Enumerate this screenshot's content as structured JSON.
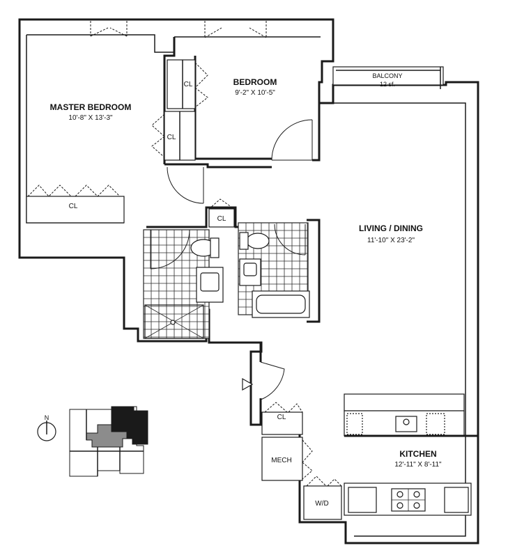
{
  "rooms": {
    "master_bedroom": {
      "name": "MASTER BEDROOM",
      "dims": "10'-8\" X 13'-3\""
    },
    "bedroom": {
      "name": "BEDROOM",
      "dims": "9'-2\" X 10'-5\""
    },
    "balcony": {
      "name": "BALCONY",
      "area": "12 sf."
    },
    "living_dining": {
      "name": "LIVING / DINING",
      "dims": "11'-10\" X 23'-2\""
    },
    "kitchen": {
      "name": "KITCHEN",
      "dims": "12'-11\" X 8'-11\""
    },
    "mech": {
      "name": "MECH"
    },
    "wd": {
      "name": "W/D"
    }
  },
  "closets": {
    "master_closet": "CL",
    "bedroom_closet_upper": "CL",
    "bedroom_closet_lower": "CL",
    "hall_closet": "CL",
    "entry_closet": "CL"
  },
  "compass": {
    "label": "N"
  },
  "colors": {
    "wall": "#1a1a1a",
    "keyplan_dark": "#1a1a1a",
    "keyplan_mid": "#8c8c8c",
    "keyplan_light": "#ffffff"
  }
}
